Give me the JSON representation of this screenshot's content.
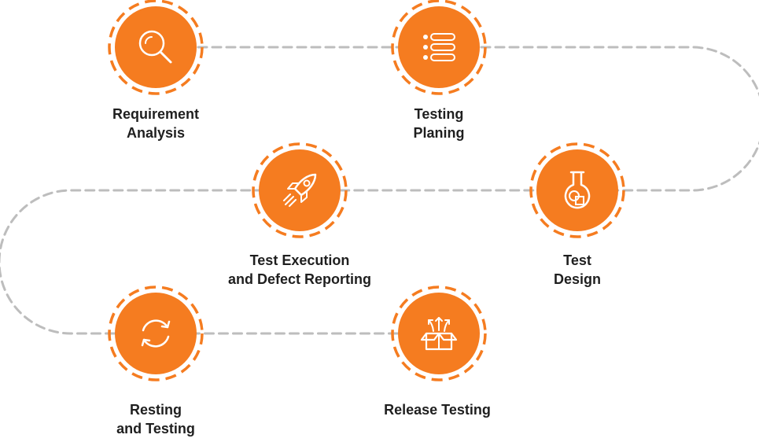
{
  "colors": {
    "accent": "#F57C20",
    "path": "#BDBDBD",
    "text": "#1F1F1F",
    "icon": "#FFFFFF"
  },
  "steps": [
    {
      "icon": "magnifier-icon",
      "label_lines": [
        "Requirement",
        "Analysis"
      ]
    },
    {
      "icon": "list-icon",
      "label_lines": [
        "Testing",
        "Planing"
      ]
    },
    {
      "icon": "flask-icon",
      "label_lines": [
        "Test",
        "Design"
      ]
    },
    {
      "icon": "rocket-icon",
      "label_lines": [
        "Test Execution",
        "and Defect Reporting"
      ]
    },
    {
      "icon": "cycle-arrows-icon",
      "label_lines": [
        "Resting",
        "and Testing"
      ]
    },
    {
      "icon": "open-box-icon",
      "label_lines": [
        "Release Testing"
      ]
    }
  ]
}
